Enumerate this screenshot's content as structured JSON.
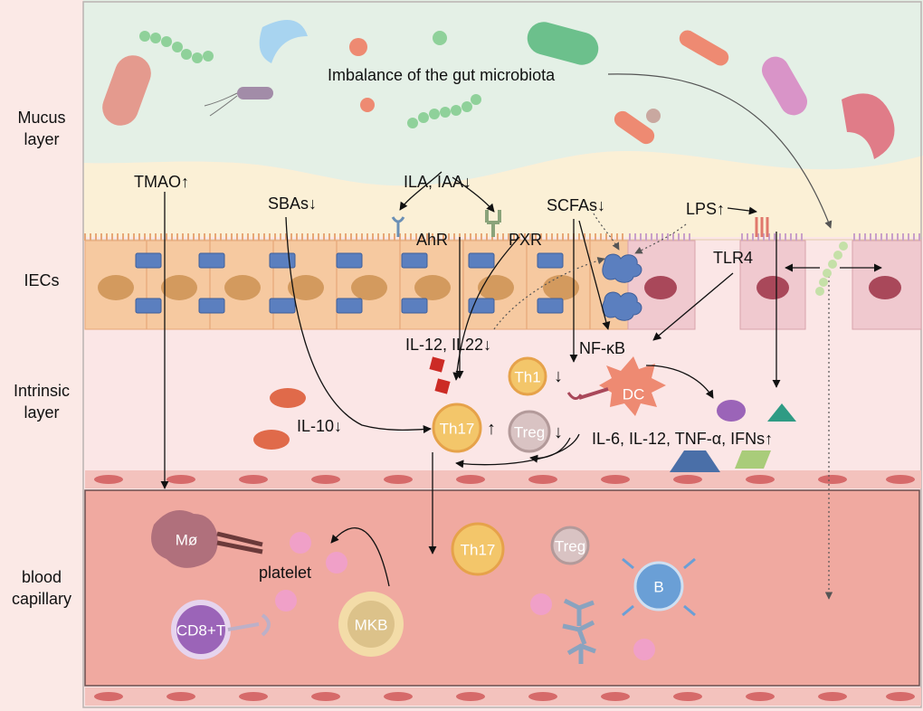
{
  "layers": {
    "mucus": "Mucus layer",
    "iecs": "IECs",
    "intrinsic": "Intrinsic layer",
    "blood": "blood capillary"
  },
  "labels": {
    "microbiota": "Imbalance of the gut microbiota",
    "tmao": "TMAO↑",
    "sbas": "SBAs↓",
    "ila_iaa": "ILA, IAA↓",
    "scfas": "SCFAs↓",
    "lps": "LPS↑",
    "ahr": "AhR",
    "pxr": "PXR",
    "tlr4": "TLR4",
    "il12_il22": "IL-12, IL22↓",
    "nfkb": "NF-κB",
    "il10": "IL-10↓",
    "th17_arrow": "↑",
    "treg_arrow": "↓",
    "th1_arrow": "↓",
    "cytokines": "IL-6, IL-12, TNF-α, IFNs↑",
    "platelet": "platelet"
  },
  "cells": {
    "th1": "Th1",
    "dc": "DC",
    "th17": "Th17",
    "treg": "Treg",
    "macrophage": "Mø",
    "cd8t": "CD8+T",
    "mkb": "MKB",
    "th17_blood": "Th17",
    "treg_blood": "Treg",
    "b_cell": "B"
  },
  "colors": {
    "mucus_bg": "#e4f0e6",
    "iec_band": "#fbf0d6",
    "iec_cell": "#f6c9a0",
    "intrinsic_bg": "#fbe6e6",
    "blood_bg": "#f0a9a0",
    "tight_junction": "#5b7fbf",
    "th17": "#f3c66a",
    "dc": "#ee8a72",
    "treg": "#d9c3c3",
    "macrophage": "#b0707c",
    "cd8t": "#9b64b8",
    "b_cell": "#6a9fd6",
    "mkb": "#dcc28a"
  }
}
